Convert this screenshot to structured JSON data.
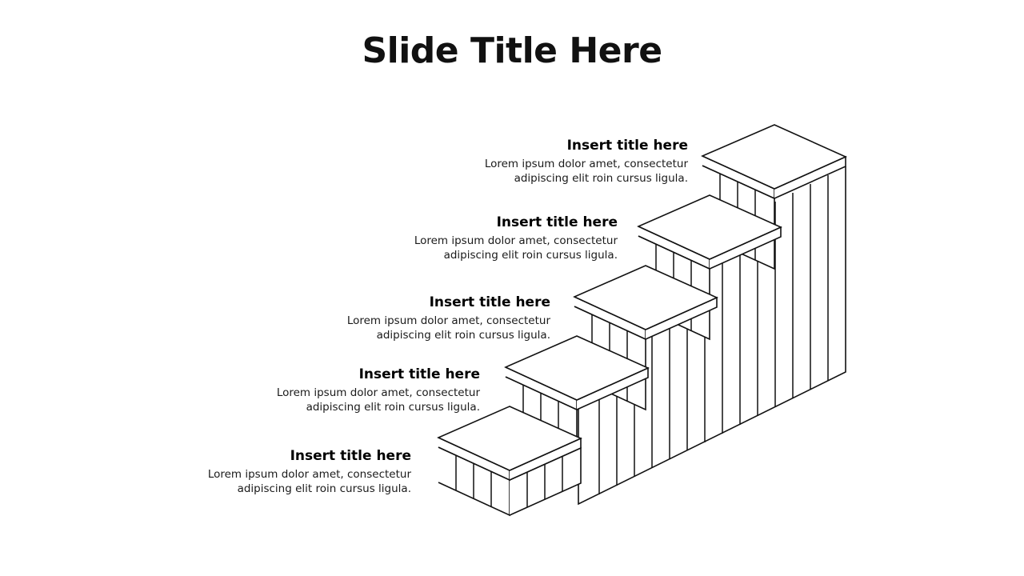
{
  "slide": {
    "title": "Slide Title Here",
    "background_color": "#ffffff",
    "line_color": "#111111",
    "text_color": "#000000"
  },
  "callouts": [
    {
      "id": "step-1",
      "title": "Insert title here",
      "body_line1": "Lorem ipsum dolor amet, consectetur",
      "body_line2": "adipiscing elit roin cursus ligula."
    },
    {
      "id": "step-2",
      "title": "Insert title here",
      "body_line1": "Lorem ipsum dolor amet, consectetur",
      "body_line2": "adipiscing elit roin cursus ligula."
    },
    {
      "id": "step-3",
      "title": "Insert title here",
      "body_line1": "Lorem ipsum dolor amet, consectetur",
      "body_line2": "adipiscing elit roin cursus ligula."
    },
    {
      "id": "step-4",
      "title": "Insert title here",
      "body_line1": "Lorem ipsum dolor amet, consectetur",
      "body_line2": "adipiscing elit roin cursus ligula."
    },
    {
      "id": "step-5",
      "title": "Insert title here",
      "body_line1": "Lorem ipsum dolor amet, consectetur",
      "body_line2": "adipiscing elit roin cursus ligula."
    }
  ],
  "diagram": {
    "name": "isometric-staircase",
    "step_count": 5,
    "description": "Five ascending isometric 3D blocks forming a staircase, outline style with vertical stripe texture on the vertical faces"
  }
}
